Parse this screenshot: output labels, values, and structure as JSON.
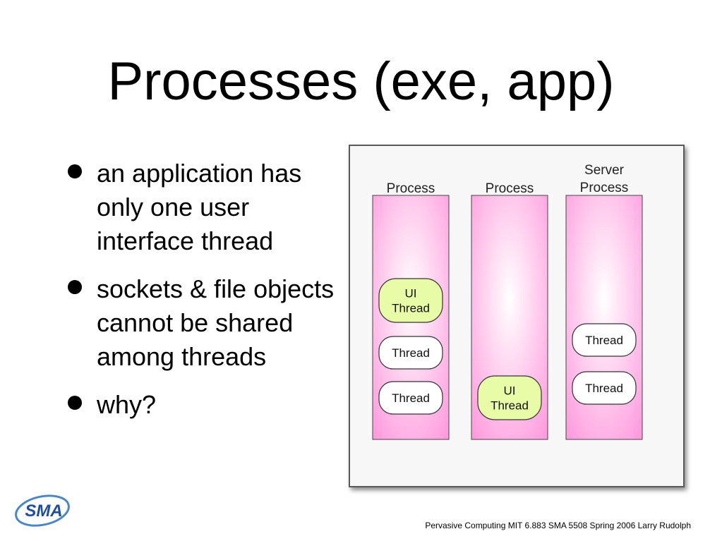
{
  "slide": {
    "title": "Processes (exe, app)",
    "bullets": [
      "an application has only one user interface thread",
      "sockets & file objects cannot be shared among threads",
      "why?"
    ],
    "footer": "Pervasive Computing MIT 6.883 SMA 5508 Spring 2006 Larry Rudolph",
    "logo_text": "SMA"
  },
  "diagram": {
    "processes": [
      {
        "title_lines": [
          "Process"
        ],
        "threads": [
          {
            "label_lines": [
              "UI",
              "Thread"
            ],
            "ui": true
          },
          {
            "label_lines": [
              "Thread"
            ],
            "ui": false
          },
          {
            "label_lines": [
              "Thread"
            ],
            "ui": false
          }
        ]
      },
      {
        "title_lines": [
          "Process"
        ],
        "threads": [
          {
            "label_lines": [
              "UI",
              "Thread"
            ],
            "ui": true
          }
        ]
      },
      {
        "title_lines": [
          "Server",
          "Process"
        ],
        "threads": [
          {
            "label_lines": [
              "Thread"
            ],
            "ui": false
          },
          {
            "label_lines": [
              "Thread"
            ],
            "ui": false
          }
        ]
      }
    ],
    "colors": {
      "process_fill_edge": "#ff99dd",
      "process_fill_center": "#ffffff",
      "process_border": "#444444",
      "ui_thread_fill": "#e8fba6",
      "thread_fill": "#ffffff",
      "thread_border": "#333333"
    }
  }
}
